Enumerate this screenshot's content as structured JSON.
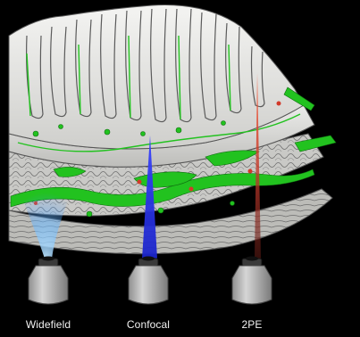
{
  "objectives": [
    {
      "label": "Widefield"
    },
    {
      "label": "Confocal"
    },
    {
      "label": "2PE"
    }
  ],
  "colors": {
    "background": "#000000",
    "tissue_fill": "#d9d9d6",
    "tissue_stroke": "#5a5a5a",
    "cells_green": "#22c21f",
    "widefield_light": "#7ec8ff",
    "confocal_beam": "#2a3bff",
    "two_photon_beam": "#c0392b",
    "objective_body": "#b8b8b8",
    "label_text": "#f2f2f2"
  },
  "icons": [
    "objective-lens-icon"
  ]
}
